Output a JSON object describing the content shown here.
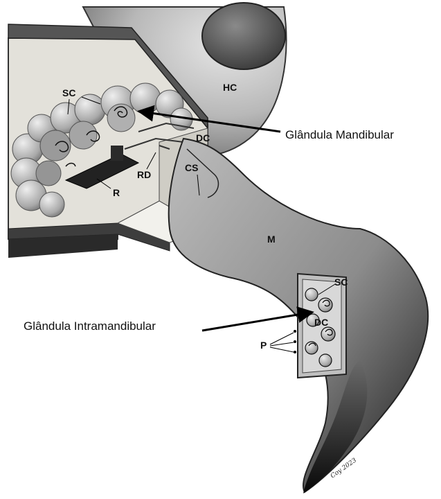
{
  "labels": {
    "sc_top": "SC",
    "hc": "HC",
    "dc_top": "DC",
    "rd": "RD",
    "cs": "CS",
    "r": "R",
    "m": "M",
    "sc_bottom": "SC",
    "dc_bottom": "DC",
    "p": "P"
  },
  "callouts": {
    "mandibular": "Glândula Mandibular",
    "intramandibular": "Glândula Intramandibular"
  },
  "signature": "Coy 2023"
}
